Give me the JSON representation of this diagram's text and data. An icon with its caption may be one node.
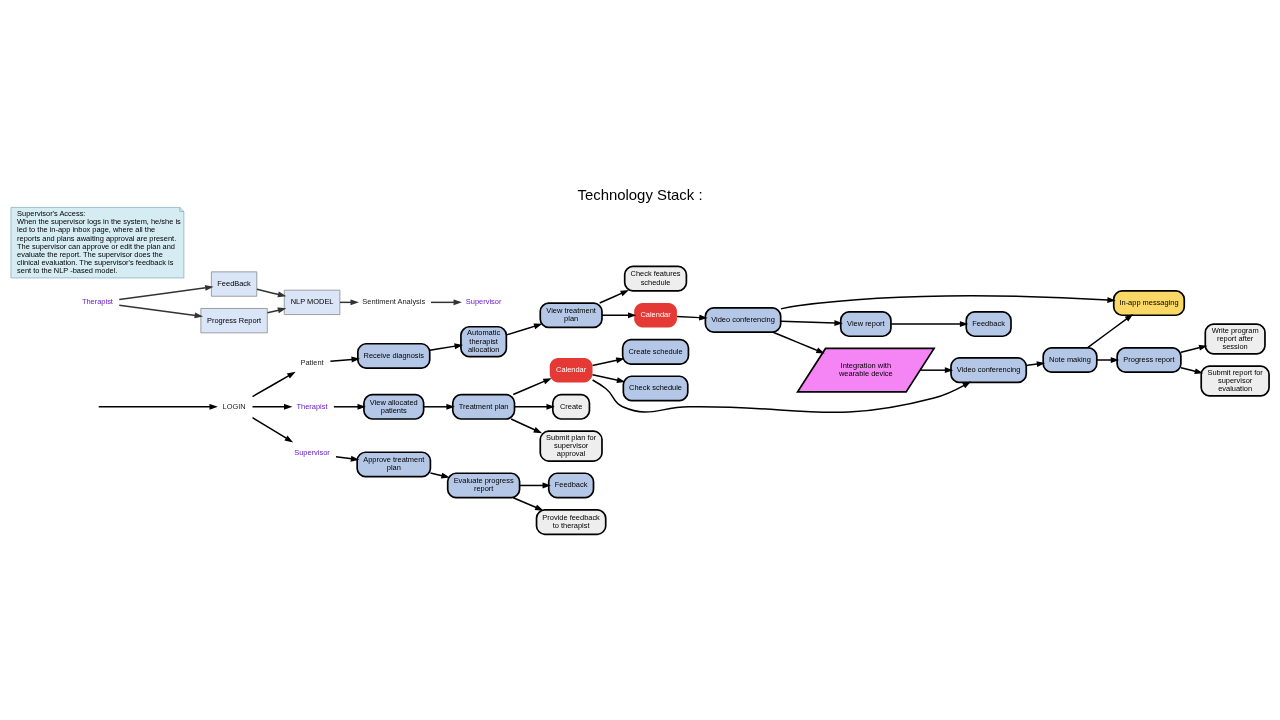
{
  "diagram": {
    "title": "Technology Stack :",
    "nodes": [
      {
        "text": [
          "LOGIN"
        ]
      },
      {
        "text": [
          "Patient"
        ]
      },
      {
        "text": [
          "Therapist"
        ]
      },
      {
        "text": [
          "Supervisor"
        ]
      },
      {
        "text": [
          "Receive diagnosis"
        ]
      },
      {
        "text": [
          "Automatic therapist allocation"
        ]
      },
      {
        "text": [
          "View treatment plan"
        ]
      },
      {
        "text": [
          "Calendar"
        ]
      },
      {
        "text": [
          "Video conferencing"
        ]
      },
      {
        "text": [
          "View report"
        ]
      },
      {
        "text": [
          "Feedback"
        ]
      },
      {
        "text": [
          "Check features schedule"
        ]
      },
      {
        "text": [
          "Integration with wearable device"
        ]
      },
      {
        "text": [
          "In-app messaging"
        ]
      },
      {
        "text": [
          "View allocated patients"
        ]
      },
      {
        "text": [
          "Treatment plan"
        ]
      },
      {
        "text": [
          "Calendar"
        ]
      },
      {
        "text": [
          "Video conferencing"
        ]
      },
      {
        "text": [
          "Note making"
        ]
      },
      {
        "text": [
          "Progress report"
        ]
      },
      {
        "text": [
          "Create"
        ]
      },
      {
        "text": [
          "Submit plan for supervisor approval"
        ]
      },
      {
        "text": [
          "Create schedule"
        ]
      },
      {
        "text": [
          "Check schedule"
        ]
      },
      {
        "text": [
          "Write program report after session"
        ]
      },
      {
        "text": [
          "Submit report for supervisor evaluation"
        ]
      },
      {
        "text": [
          "Approve treatment plan"
        ]
      },
      {
        "text": [
          "Evaluate progress report"
        ]
      },
      {
        "text": [
          "Feedback"
        ]
      },
      {
        "text": [
          "Provide feedback to therapist"
        ]
      },
      {
        "text": [
          "Therapist"
        ]
      },
      {
        "text": [
          "FeedBack"
        ]
      },
      {
        "text": [
          "Progress Report"
        ]
      },
      {
        "text": [
          "NLP MODEL"
        ]
      },
      {
        "text": [
          "Sentiment Analysis"
        ]
      },
      {
        "text": [
          "Supervisor"
        ]
      },
      {
        "text": [
          "Supervisor's Access:",
          "When the supervisor logs in the system, he/she is led to the in-app inbox page, where all the reports and plans awaiting approval are present. The supervisor can approve or edit the plan and evaluate the report. The supervisor does the clinical evaluation. The supervisor's feedback is sent to the NLP -based model."
        ]
      }
    ],
    "edges": [
      {
        "from": null,
        "to": 0,
        "arrow": "to"
      },
      {
        "from": 0,
        "to": 1,
        "arrow": "to"
      },
      {
        "from": 0,
        "to": 2,
        "arrow": "to"
      },
      {
        "from": 0,
        "to": 3,
        "arrow": "to"
      },
      {
        "from": 1,
        "to": 4,
        "arrow": "to"
      },
      {
        "from": 4,
        "to": 5,
        "arrow": "to"
      },
      {
        "from": 5,
        "to": 6,
        "arrow": "to"
      },
      {
        "from": 6,
        "to": 7,
        "arrow": "to"
      },
      {
        "from": 7,
        "to": 8,
        "arrow": "to"
      },
      {
        "from": 8,
        "to": 9,
        "arrow": "to"
      },
      {
        "from": 9,
        "to": 10,
        "arrow": "to"
      },
      {
        "from": 6,
        "to": 11,
        "arrow": "to"
      },
      {
        "from": 8,
        "to": 12,
        "arrow": "to"
      },
      {
        "from": 12,
        "to": 17,
        "arrow": "to"
      },
      {
        "from": 8,
        "to": 13,
        "arrow": "to"
      },
      {
        "from": 2,
        "to": 14,
        "arrow": "to"
      },
      {
        "from": 14,
        "to": 15,
        "arrow": "to"
      },
      {
        "from": 15,
        "to": 16,
        "arrow": "to"
      },
      {
        "from": 16,
        "to": 17,
        "arrow": "to"
      },
      {
        "from": 17,
        "to": 18,
        "arrow": "to"
      },
      {
        "from": 18,
        "to": 19,
        "arrow": "to"
      },
      {
        "from": 18,
        "to": 13,
        "arrow": "to"
      },
      {
        "from": 15,
        "to": 20,
        "arrow": "to"
      },
      {
        "from": 15,
        "to": 21,
        "arrow": "to"
      },
      {
        "from": 16,
        "to": 22,
        "arrow": "to"
      },
      {
        "from": 16,
        "to": 23,
        "arrow": "to"
      },
      {
        "from": 19,
        "to": 24,
        "arrow": "to"
      },
      {
        "from": 19,
        "to": 25,
        "arrow": "to"
      },
      {
        "from": 3,
        "to": 26,
        "arrow": "to"
      },
      {
        "from": 26,
        "to": 27,
        "arrow": "to"
      },
      {
        "from": 27,
        "to": 28,
        "arrow": "to"
      },
      {
        "from": 27,
        "to": 29,
        "arrow": "to"
      },
      {
        "from": 30,
        "to": 31,
        "arrow": "to",
        "color": "#333333"
      },
      {
        "from": 30,
        "to": 32,
        "arrow": "to",
        "color": "#333333"
      },
      {
        "from": 31,
        "to": 33,
        "arrow": "to",
        "color": "#333333"
      },
      {
        "from": 32,
        "to": 33,
        "arrow": "to",
        "color": "#333333"
      },
      {
        "from": 33,
        "to": 34,
        "arrow": "to",
        "color": "#333333"
      },
      {
        "from": 34,
        "to": 35,
        "arrow": "to",
        "color": "#333333"
      }
    ]
  }
}
